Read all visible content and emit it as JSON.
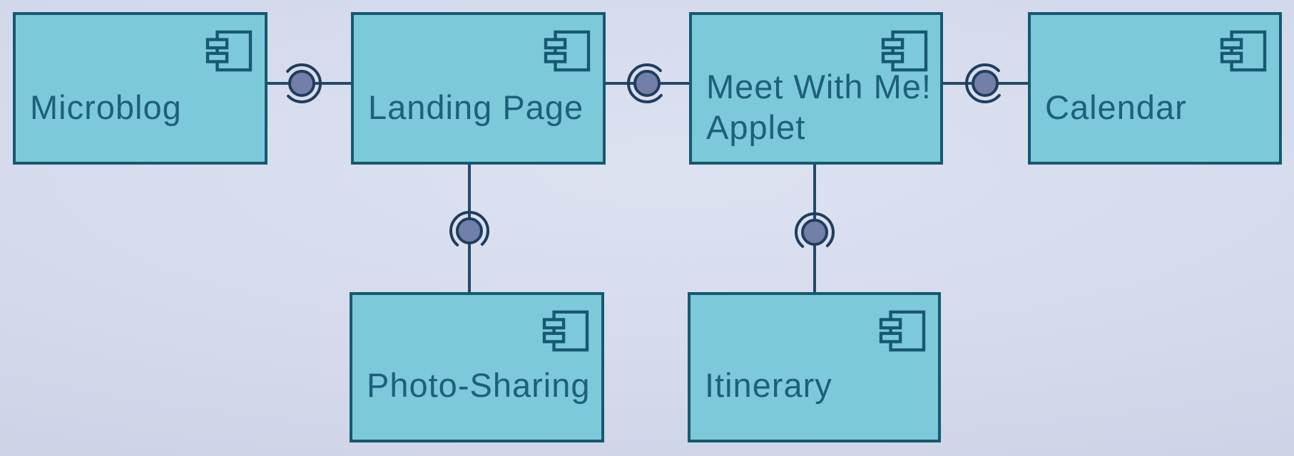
{
  "diagram": {
    "type": "uml-component-diagram",
    "components": [
      {
        "id": "microblog",
        "label": "Microblog"
      },
      {
        "id": "landing-page",
        "label": "Landing Page"
      },
      {
        "id": "meet-with-me-applet",
        "label": "Meet With Me! Applet",
        "label_lines": "Meet With Me!\nApplet"
      },
      {
        "id": "calendar",
        "label": "Calendar"
      },
      {
        "id": "photo-sharing",
        "label": "Photo-Sharing"
      },
      {
        "id": "itinerary",
        "label": "Itinerary"
      }
    ],
    "connections": [
      {
        "from": "microblog",
        "to": "landing-page",
        "type": "ball-and-socket-interface",
        "orientation": "horizontal",
        "socket_opens": "left"
      },
      {
        "from": "landing-page",
        "to": "meet-with-me-applet",
        "type": "ball-and-socket-interface",
        "orientation": "horizontal",
        "socket_opens": "right"
      },
      {
        "from": "meet-with-me-applet",
        "to": "calendar",
        "type": "ball-and-socket-interface",
        "orientation": "horizontal",
        "socket_opens": "right"
      },
      {
        "from": "landing-page",
        "to": "photo-sharing",
        "type": "ball-and-socket-interface",
        "orientation": "vertical",
        "socket_opens": "down"
      },
      {
        "from": "meet-with-me-applet",
        "to": "itinerary",
        "type": "ball-and-socket-interface",
        "orientation": "vertical",
        "socket_opens": "down"
      }
    ],
    "icons": [
      {
        "name": "uml-component-icon",
        "description": "rectangle with two protruding tabs on left edge",
        "count": 6
      }
    ],
    "colors": {
      "background": "#d5dbeb",
      "component_fill": "#7cc9d9",
      "component_border": "#175871",
      "label_text": "#1e5f7a",
      "connector_line": "#234a68",
      "interface_ball_fill": "#7280a9",
      "interface_ball_stroke": "#203d5c"
    }
  }
}
